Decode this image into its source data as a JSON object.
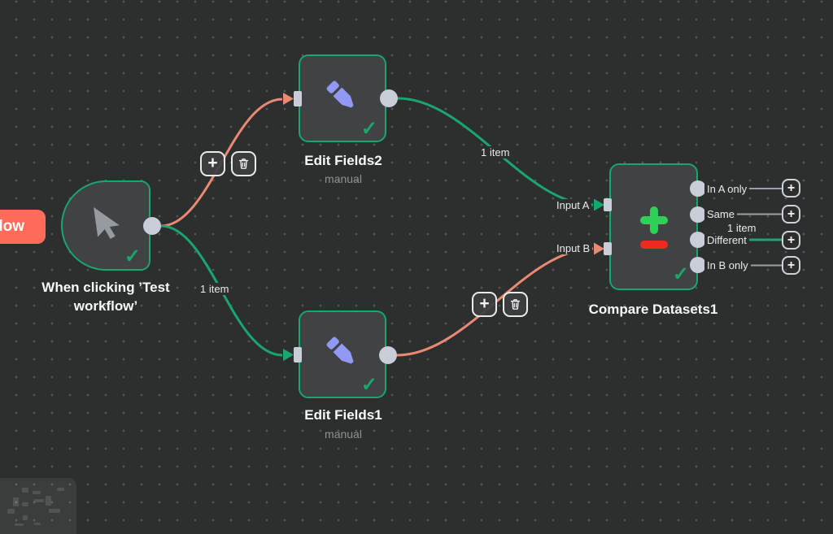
{
  "colors": {
    "canvas_bg": "#2d2e2e",
    "node_fill": "#414244",
    "success_green": "#19a66f",
    "connection_salmon": "#ea8a74",
    "icon_plus_green": "#2ed158",
    "icon_minus_red": "#ee2a1e",
    "pencil_purple": "#9199f4",
    "button_orange": "#ff6d5a",
    "connector_gray": "#c8cdd7"
  },
  "glyphs": {
    "check": "✓",
    "plus": "+"
  },
  "test_button": {
    "label": "flow"
  },
  "nodes": {
    "trigger": {
      "name": "When clicking ’Test workflow’"
    },
    "edit_fields2": {
      "name": "Edit Fields2",
      "subtitle": "manual"
    },
    "edit_fields1": {
      "name": "Edit Fields1",
      "subtitle": "manual"
    },
    "compare_datasets": {
      "name": "Compare Datasets1",
      "inputs": [
        "Input A",
        "Input B"
      ],
      "outputs": [
        "In A only",
        "Same",
        "Different",
        "In B only"
      ],
      "different_output_label": "1 item"
    }
  },
  "edge_labels": {
    "trigger_to_edit_fields1": "1 item",
    "edit_fields2_to_compare": "1 item"
  }
}
